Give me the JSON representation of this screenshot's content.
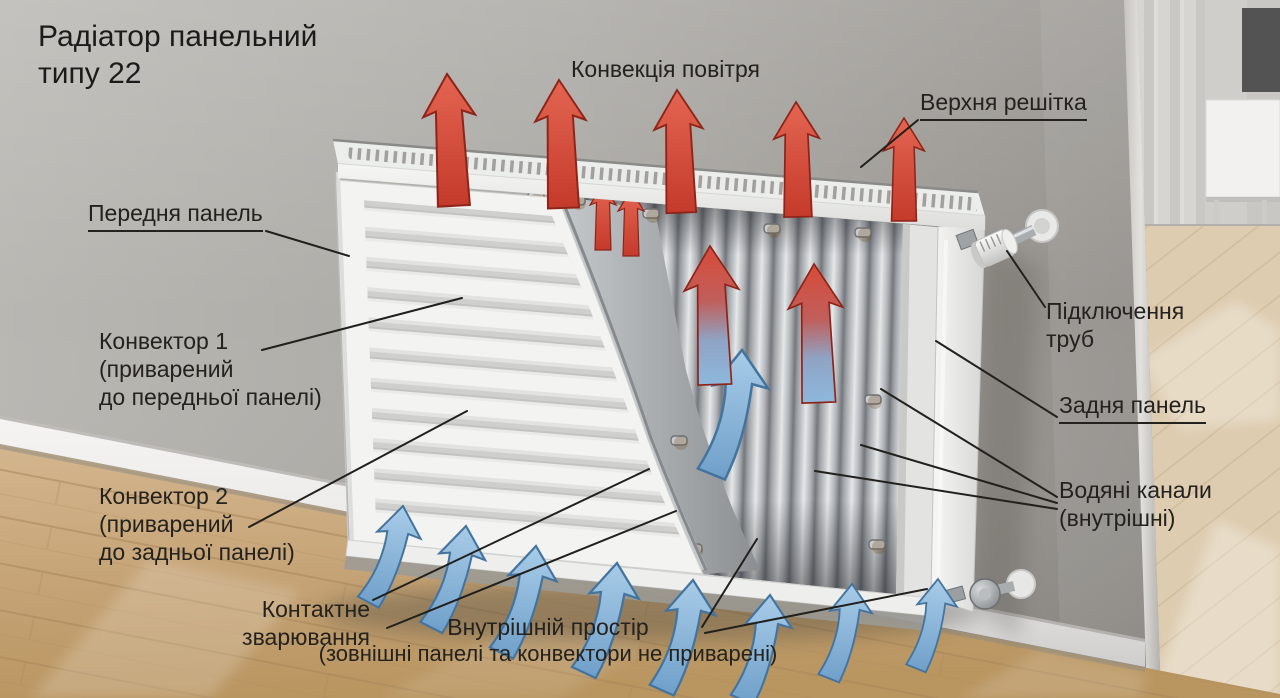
{
  "title": {
    "line1": "Радіатор панельний",
    "line2": "типу 22"
  },
  "labels": {
    "air_convection": "Конвекція повітря",
    "top_grille": "Верхня решітка",
    "front_panel": "Передня панель",
    "convector1": {
      "line1": "Конвектор 1",
      "line2": "(приварений",
      "line3": "до передньої панелі)"
    },
    "convector2": {
      "line1": "Конвектор 2",
      "line2": "(приварений",
      "line3": "до задньої панелі)"
    },
    "contact_welding": {
      "line1": "Контактне",
      "line2": "зварювання"
    },
    "inner_space": {
      "line1": "Внутрішній простір",
      "line2": "(зовнішні панелі та конвектори не приварені)"
    },
    "pipe_connection": {
      "line1": "Підключення",
      "line2": "труб"
    },
    "rear_panel": "Задня панель",
    "water_channels": {
      "line1": "Водяні канали",
      "line2": "(внутрішні)"
    }
  },
  "arrows": {
    "hot_air": {
      "color": "#d6493a",
      "direction": "up",
      "count_above_grille": 5,
      "count_inside_cutaway": 4
    },
    "cool_air": {
      "color": "#8fbbde",
      "direction": "up",
      "count_below_radiator": 8,
      "count_inside_cutaway": 2
    }
  },
  "colors": {
    "hot_air_arrow": "#d6493a",
    "cool_air_arrow": "#8fbbde",
    "wall": "#a7a5a0",
    "floor_wood": "#c8a577",
    "radiator_white": "#f3f3f1",
    "label_text": "#24221e"
  }
}
